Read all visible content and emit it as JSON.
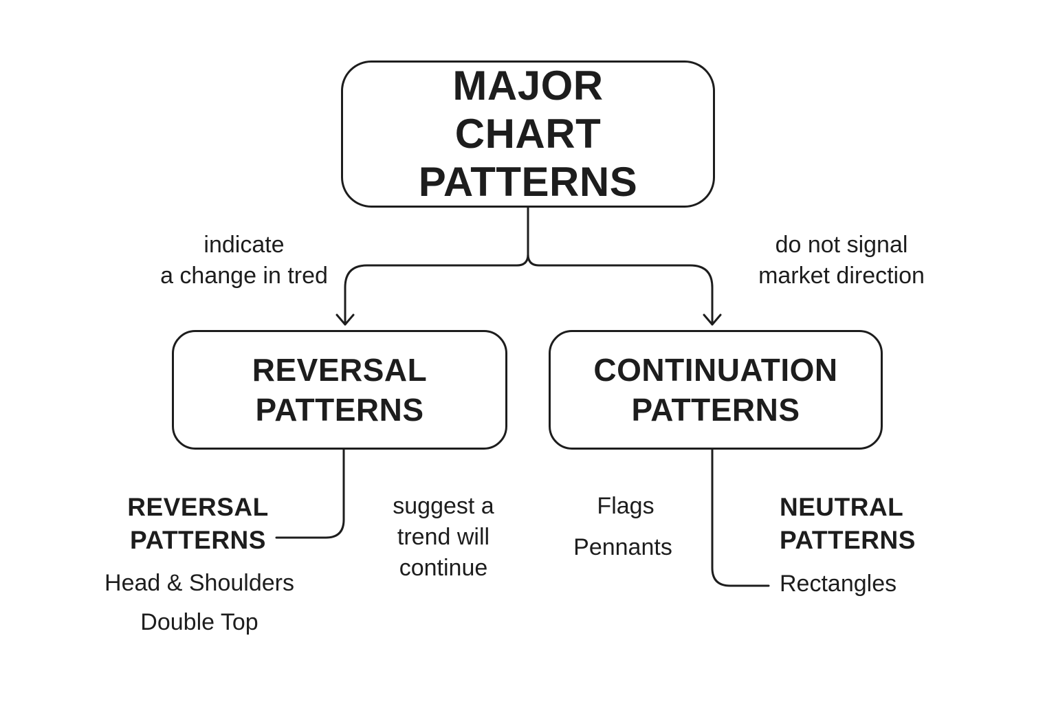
{
  "root": {
    "line1": "MAJOR",
    "line2": "CHART PATTERNS"
  },
  "reversal_box": {
    "line1": "REVERSAL",
    "line2": "PATTERNS"
  },
  "continuation_box": {
    "line1": "CONTINUATION",
    "line2": "PATTERNS"
  },
  "edge_labels": {
    "left_line1": "indicate",
    "left_line2": "a change in tred",
    "right_line1": "do not signal",
    "right_line2": "market direction"
  },
  "reversal_group": {
    "heading_line1": "REVERSAL",
    "heading_line2": "PATTERNS",
    "items": [
      "Head & Shoulders",
      "Double Top"
    ]
  },
  "middle_note": {
    "line1": "suggest a",
    "line2": "trend will",
    "line3": "continue"
  },
  "continuation_items": [
    "Flags",
    "Pennants"
  ],
  "neutral_group": {
    "heading_line1": "NEUTRAL",
    "heading_line2": "PATTERNS",
    "items": [
      "Rectangles"
    ]
  },
  "colors": {
    "ink": "#1d1d1d",
    "background": "#ffffff"
  }
}
